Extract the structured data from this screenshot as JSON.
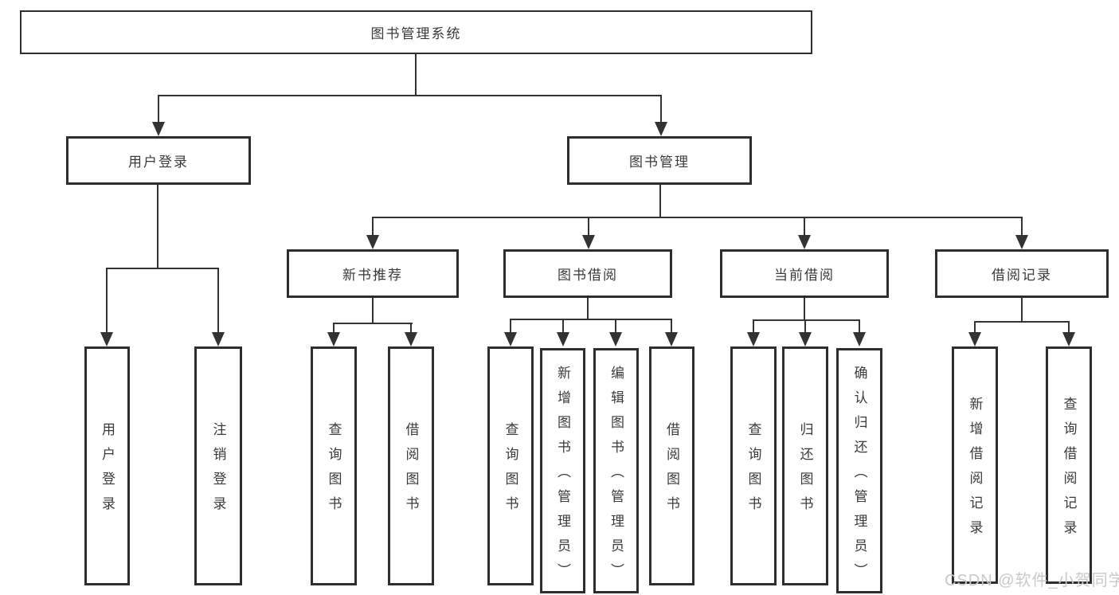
{
  "nodes": {
    "root": "图书管理系统",
    "user_login": "用户登录",
    "book_mgmt": "图书管理",
    "new_book_rec": "新书推荐",
    "book_borrow": "图书借阅",
    "current_borrow": "当前借阅",
    "borrow_records": "借阅记录",
    "leaf_user_login": "用户登录",
    "leaf_logout": "注销登录",
    "leaf_query_books_1": "查询图书",
    "leaf_borrow_books_1": "借阅图书",
    "leaf_query_books_2": "查询图书",
    "leaf_add_books_admin": "新增图书（管理员）",
    "leaf_edit_books_admin": "编辑图书（管理员）",
    "leaf_borrow_books_2": "借阅图书",
    "leaf_query_books_3": "查询图书",
    "leaf_return_books": "归还图书",
    "leaf_confirm_return_admin": "确认归还（管理员）",
    "leaf_add_borrow_record": "新增借阅记录",
    "leaf_query_borrow_record": "查询借阅记录"
  },
  "hierarchy": {
    "图书管理系统": {
      "用户登录": [
        "用户登录",
        "注销登录"
      ],
      "图书管理": {
        "新书推荐": [
          "查询图书",
          "借阅图书"
        ],
        "图书借阅": [
          "查询图书",
          "新增图书（管理员）",
          "编辑图书（管理员）",
          "借阅图书"
        ],
        "当前借阅": [
          "查询图书",
          "归还图书",
          "确认归还（管理员）"
        ],
        "借阅记录": [
          "新增借阅记录",
          "查询借阅记录"
        ]
      }
    }
  },
  "watermark": "CSDN @软件_小贺同学",
  "colors": {
    "line": "#333333",
    "box_border": "#2e2e2e",
    "text": "#3a3a3a",
    "watermark_text": "#c9c9c9",
    "background": "#ffffff"
  }
}
